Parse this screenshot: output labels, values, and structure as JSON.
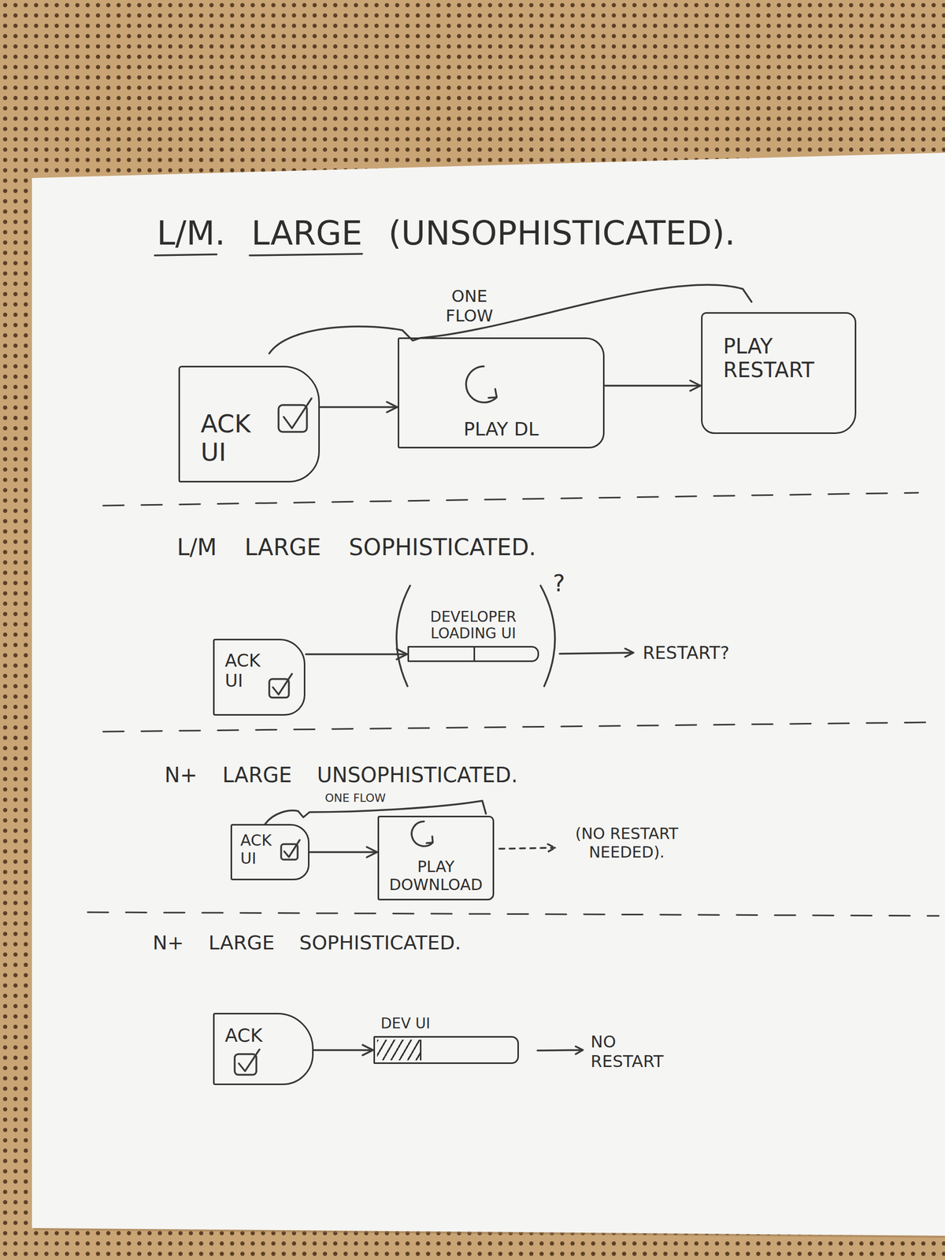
{
  "diagram": {
    "title": "L/M. LARGE (UNSOPHISTICATED).",
    "nodes": [
      {
        "text": [
          "ACK UI"
        ]
      },
      {
        "text": [
          "PLAY DL"
        ]
      },
      {
        "text": [
          "PLAY RESTART"
        ]
      },
      {
        "text": [
          "ACK UI"
        ]
      },
      {
        "text": [
          "DEVELOPER LOADING UI"
        ]
      },
      {
        "text": [
          "ACK UI"
        ]
      },
      {
        "text": [
          "PLAY DOWNLOAD"
        ]
      },
      {
        "text": [
          "ACK"
        ]
      },
      {
        "text": [
          "DEV UI"
        ]
      }
    ],
    "edges": [
      {
        "from": 0,
        "to": 1,
        "arrow": "to"
      },
      {
        "from": 1,
        "to": 2,
        "arrow": "to"
      },
      {
        "from": 3,
        "to": 4,
        "arrow": "to"
      },
      {
        "from": 5,
        "to": 6,
        "arrow": "to"
      },
      {
        "from": 7,
        "to": 8,
        "arrow": "to"
      }
    ],
    "labels": [
      "ONE FLOW",
      "L/M LARGE SOPHISTICATED.",
      "?",
      "RESTART?",
      "N+ LARGE UNSOPHISTICATED.",
      "ONE FLOW",
      "(NO RESTART NEEDED).",
      "N+ LARGE SOPHISTICATED.",
      "NO RESTART"
    ]
  }
}
